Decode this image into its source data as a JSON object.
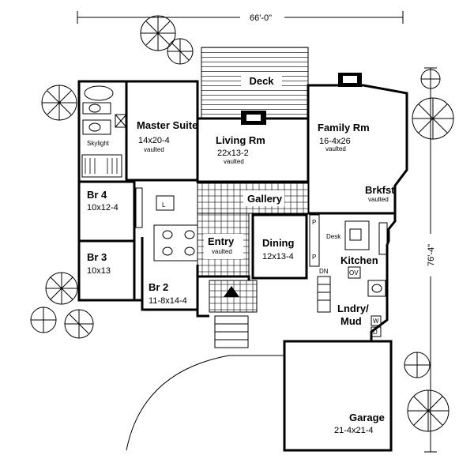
{
  "overall": {
    "width_dim": "66'-0\"",
    "depth_dim": "76'-4\""
  },
  "rooms": {
    "deck": {
      "name": "Deck"
    },
    "master": {
      "name": "Master Suite",
      "size": "14x20-4",
      "note": "vaulted"
    },
    "skylight": {
      "name": "Skylight"
    },
    "living": {
      "name": "Living Rm",
      "size": "22x13-2",
      "note": "vaulted"
    },
    "family": {
      "name": "Family Rm",
      "size": "16-4x26",
      "note": "vaulted"
    },
    "brkfst": {
      "name": "Brkfst",
      "note": "vaulted"
    },
    "gallery": {
      "name": "Gallery"
    },
    "br4": {
      "name": "Br 4",
      "size": "10x12-4"
    },
    "br3": {
      "name": "Br 3",
      "size": "10x13"
    },
    "br2": {
      "name": "Br 2",
      "size": "11-8x14-4"
    },
    "entry": {
      "name": "Entry",
      "note": "vaulted"
    },
    "dining": {
      "name": "Dining",
      "size": "12x13-4"
    },
    "kitchen": {
      "name": "Kitchen",
      "desk": "Desk",
      "pantry_a": "P",
      "pantry_b": "P",
      "oven": "OV"
    },
    "laundry": {
      "name": "Lndry/",
      "name2": "Mud",
      "down": "DN",
      "washer": "W",
      "dryer": "D"
    },
    "garage": {
      "name": "Garage",
      "size": "21-4x21-4"
    },
    "linen": {
      "label": "L"
    }
  }
}
